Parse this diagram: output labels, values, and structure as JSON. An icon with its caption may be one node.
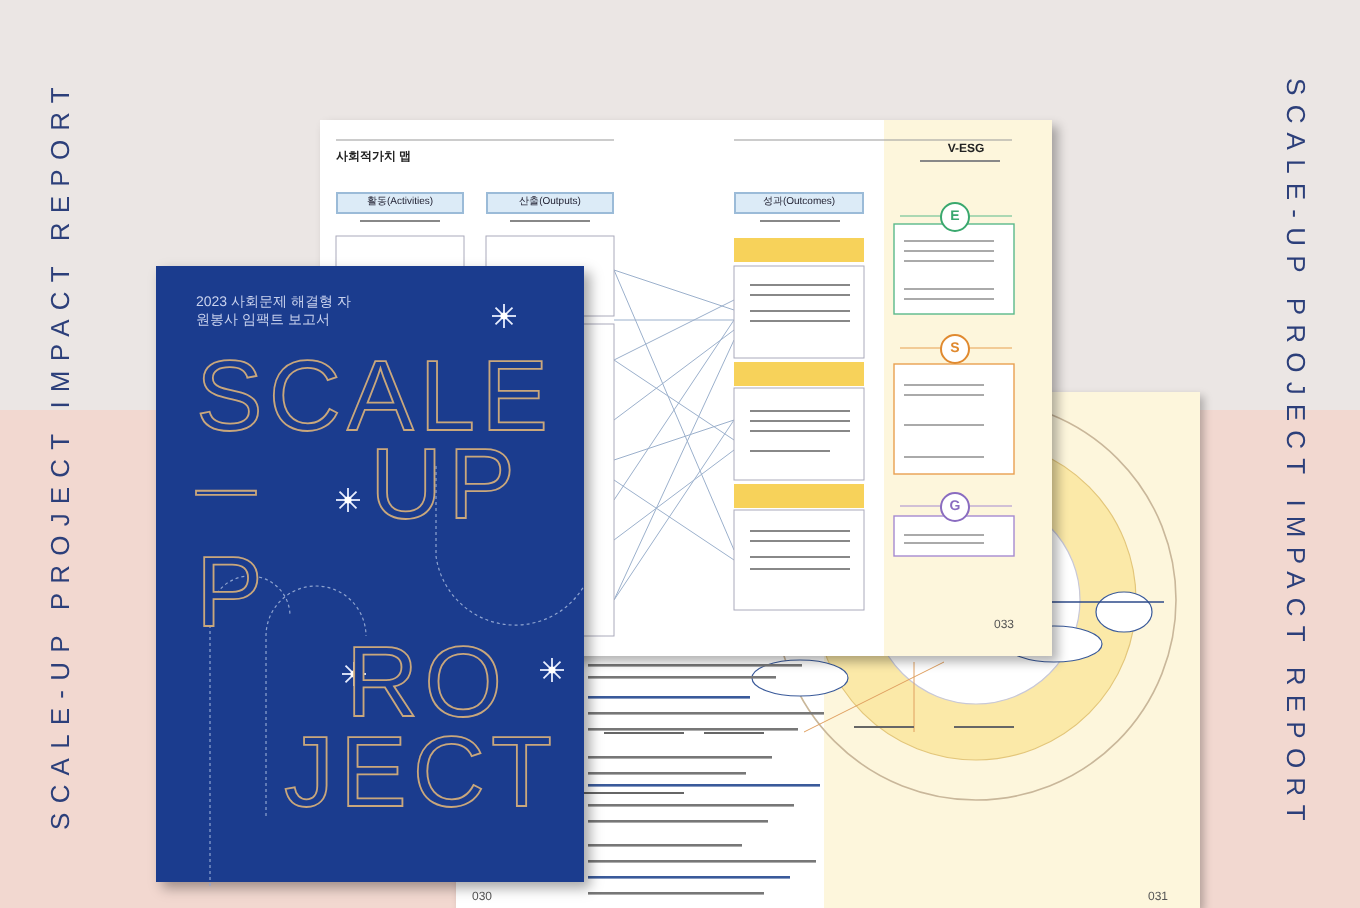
{
  "diagram": {
    "nodes": [
      {
        "text": [
          "활동(Activities)"
        ]
      },
      {
        "text": [
          "산출(Outputs)"
        ]
      },
      {
        "text": [
          "성과(Outcomes)"
        ]
      },
      {
        "text": [
          "E"
        ]
      },
      {
        "text": [
          "S"
        ]
      },
      {
        "text": [
          "G"
        ]
      }
    ],
    "labels": [
      "SCALE-UP PROJECT IMPACT REPORT",
      "SCALE-UP PROJECT IMPACT REPORT",
      "사회적가치 맵",
      "V-ESG",
      "033",
      "031",
      "030",
      "2023 사회문제 해결형 자원봉사 임팩트 보고서",
      "SCALE",
      "—",
      "UP",
      "P",
      "RO",
      "JECT"
    ]
  }
}
